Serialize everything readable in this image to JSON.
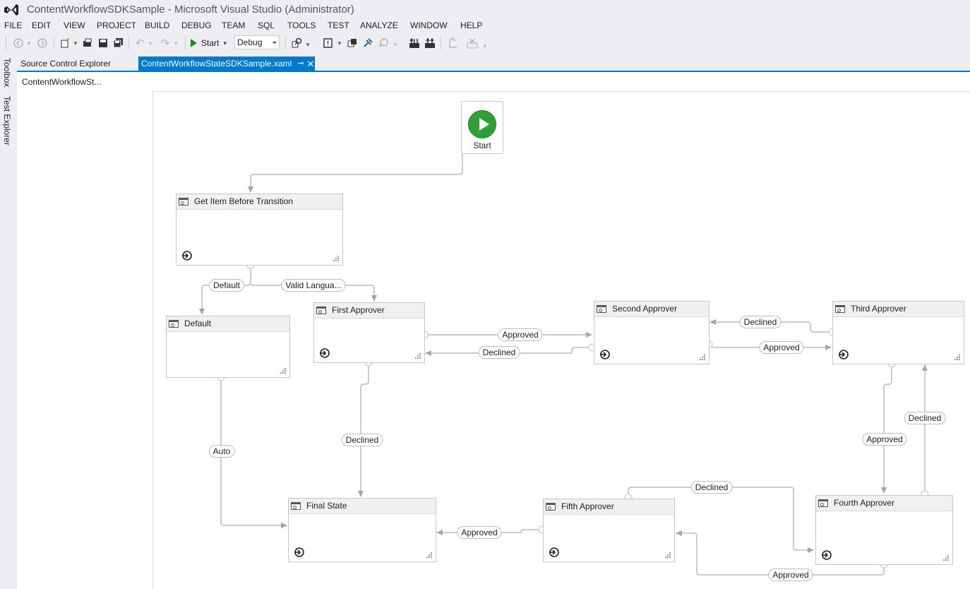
{
  "window": {
    "title": "ContentWorkflowSDKSample - Microsoft Visual Studio (Administrator)"
  },
  "menu": [
    "FILE",
    "EDIT",
    "VIEW",
    "PROJECT",
    "BUILD",
    "DEBUG",
    "TEAM",
    "SQL",
    "TOOLS",
    "TEST",
    "ANALYZE",
    "WINDOW",
    "HELP"
  ],
  "toolbar": {
    "start_label": "Start",
    "config_value": "Debug"
  },
  "side_tabs": {
    "toolbox": "Toolbox",
    "test_explorer": "Test Explorer"
  },
  "tabs": {
    "source_control": "Source Control Explorer",
    "active": "ContentWorkflowStateSDKSample.xaml",
    "pin": "⊸",
    "close": "✕"
  },
  "breadcrumb": "ContentWorkflowSt...",
  "workflow": {
    "start_label": "Start",
    "states": {
      "get_item": "Get Item Before Transition",
      "default": "Default",
      "first": "First Approver",
      "second": "Second Approver",
      "third": "Third Approver",
      "fourth": "Fourth Approver",
      "fifth": "Fifth Approver",
      "final": "Final State"
    },
    "transitions": {
      "default": "Default",
      "valid": "Valid Langua...",
      "auto": "Auto",
      "first_approved": "Approved",
      "second_declined": "Declined",
      "first_declined": "Declined",
      "third_declined": "Declined",
      "second_approved": "Approved",
      "third_approved": "Approved",
      "fourth_declined": "Declined",
      "fifth_declined": "Declined",
      "fifth_approved": "Approved",
      "fourth_approved": "Approved"
    }
  }
}
